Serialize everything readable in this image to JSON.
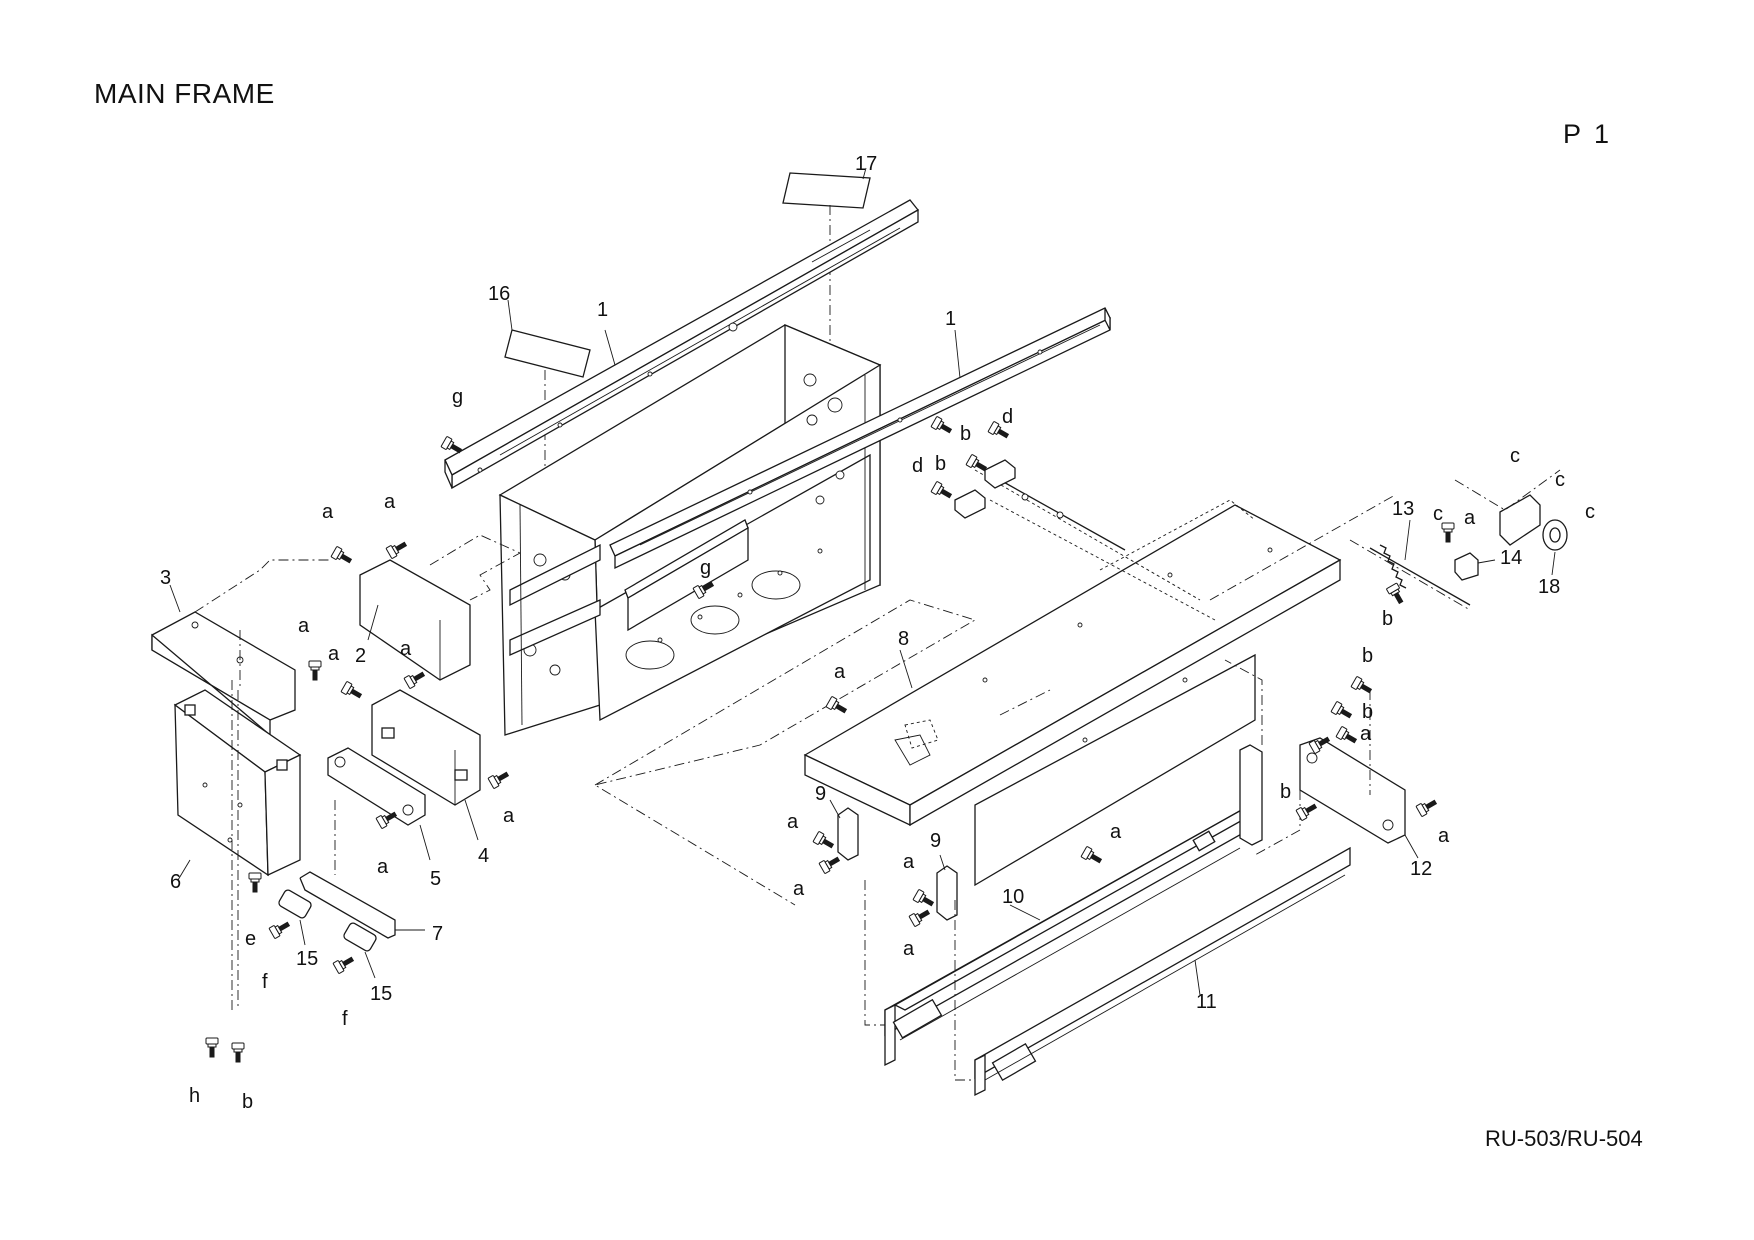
{
  "page": {
    "title": "MAIN FRAME",
    "page_number": "P 1",
    "model": "RU-503/RU-504"
  },
  "callouts": {
    "c1a": "1",
    "c1b": "1",
    "c2": "2",
    "c3": "3",
    "c4": "4",
    "c5": "5",
    "c6": "6",
    "c7": "7",
    "c8": "8",
    "c9a": "9",
    "c9b": "9",
    "c10": "10",
    "c11": "11",
    "c12": "12",
    "c13": "13",
    "c14": "14",
    "c15a": "15",
    "c15b": "15",
    "c16": "16",
    "c17": "17",
    "c18": "18"
  },
  "screw_labels": {
    "a": "a",
    "b": "b",
    "c": "c",
    "d": "d",
    "e": "e",
    "f": "f",
    "g": "g",
    "h": "h"
  }
}
